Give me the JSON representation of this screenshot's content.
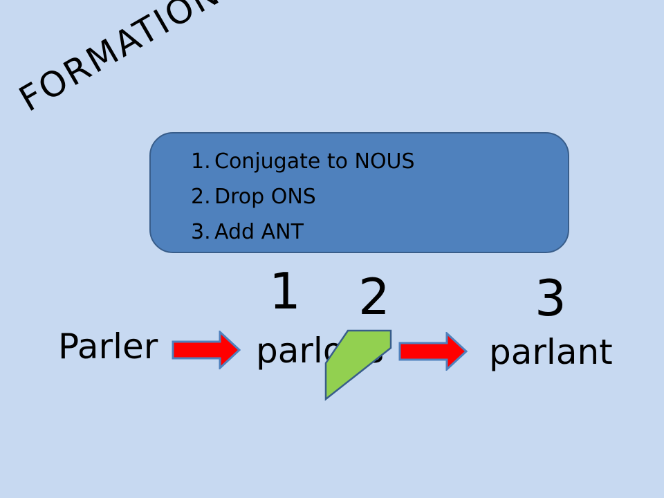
{
  "title": "FORMATION",
  "steps": [
    {
      "number": "1.",
      "text": "Conjugate to NOUS"
    },
    {
      "number": "2.",
      "text": "Drop ONS"
    },
    {
      "number": "3.",
      "text": "Add ANT"
    }
  ],
  "step_markers": [
    "1",
    "2",
    "3"
  ],
  "words": {
    "infinitive": "Parler",
    "nous_form": "parlons",
    "participle": "parlant"
  },
  "colors": {
    "background": "#c7d9f1",
    "box_fill": "#4f81bd",
    "box_border": "#385d8a",
    "arrow_fill": "#ff0000",
    "arrow_border": "#4f81bd",
    "slash_fill": "#92d050",
    "slash_border": "#385d8a"
  }
}
